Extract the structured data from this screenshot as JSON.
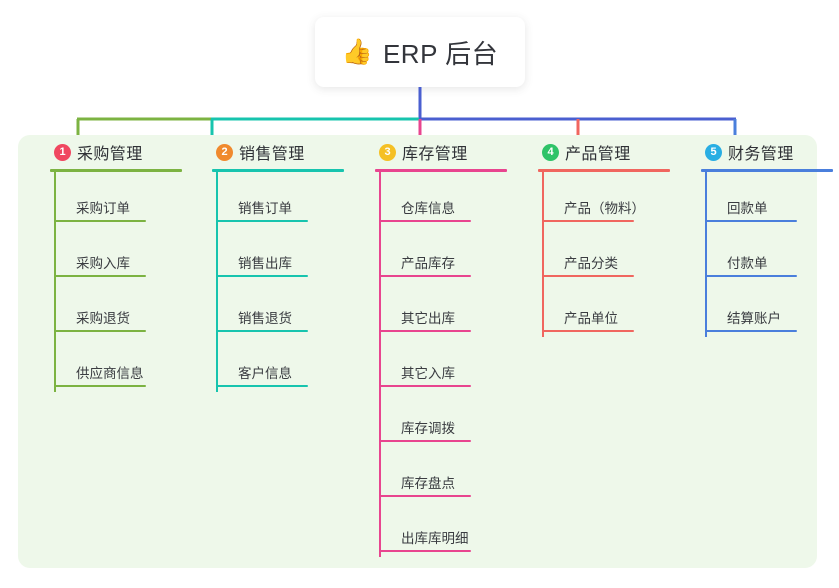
{
  "root": {
    "icon": "thumbs-up-icon",
    "icon_glyph": "👍",
    "title": "ERP 后台"
  },
  "palette": {
    "panel_background": "#eef8ea",
    "card_background": "#ffffff",
    "text": "#33353b",
    "branch_colors": [
      "#7cb342",
      "#17c4ae",
      "#e8458f",
      "#f0665f",
      "#4a7fdc"
    ],
    "badge_colors": [
      "#f04760",
      "#f08a2e",
      "#f5c024",
      "#2ec368",
      "#29aee3"
    ],
    "connector_colors": {
      "left_segment": "#7cb342",
      "middle_segment": "#17c4ae",
      "right_segment": "#4a5fd0",
      "stem": "#4a5fd0"
    }
  },
  "branches": [
    {
      "number": "1",
      "title": "采购管理",
      "color": "#7cb342",
      "badge_color": "#f04760",
      "items": [
        "采购订单",
        "采购入库",
        "采购退货",
        "供应商信息"
      ]
    },
    {
      "number": "2",
      "title": "销售管理",
      "color": "#17c4ae",
      "badge_color": "#f08a2e",
      "items": [
        "销售订单",
        "销售出库",
        "销售退货",
        "客户信息"
      ]
    },
    {
      "number": "3",
      "title": "库存管理",
      "color": "#e8458f",
      "badge_color": "#f5c024",
      "items": [
        "仓库信息",
        "产品库存",
        "其它出库",
        "其它入库",
        "库存调拨",
        "库存盘点",
        "出库库明细"
      ]
    },
    {
      "number": "4",
      "title": "产品管理",
      "color": "#f0665f",
      "badge_color": "#2ec368",
      "items": [
        "产品（物料）",
        "产品分类",
        "产品单位"
      ]
    },
    {
      "number": "5",
      "title": "财务管理",
      "color": "#4a7fdc",
      "badge_color": "#29aee3",
      "items": [
        "回款单",
        "付款单",
        "结算账户"
      ]
    }
  ]
}
